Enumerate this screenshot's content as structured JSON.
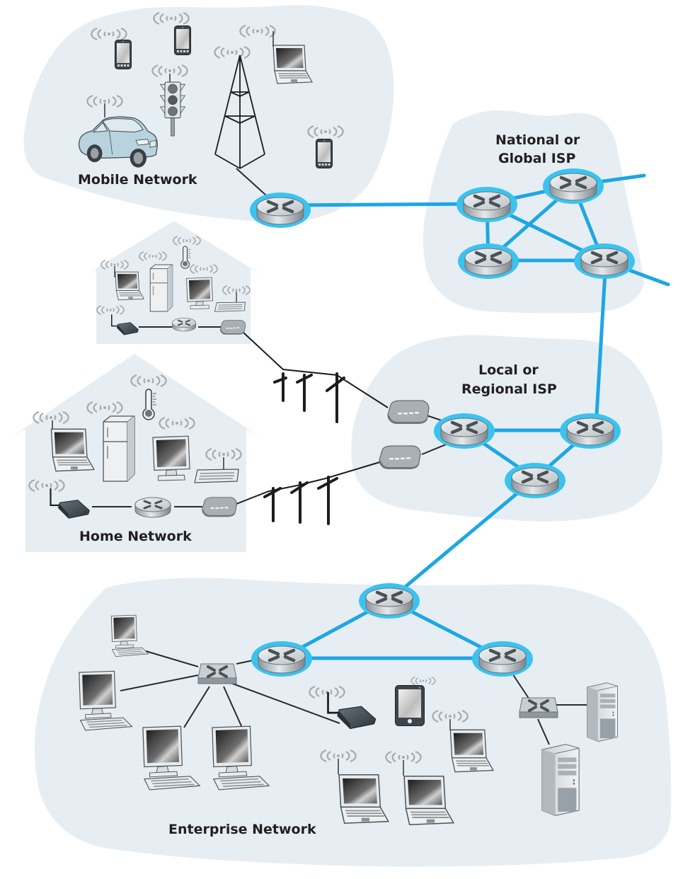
{
  "diagram": {
    "title": "Internet network topology",
    "regions": {
      "mobile": {
        "label": "Mobile Network"
      },
      "national_isp": {
        "label_line1": "National or",
        "label_line2": "Global ISP"
      },
      "local_isp": {
        "label_line1": "Local or",
        "label_line2": "Regional ISP"
      },
      "home": {
        "label": "Home Network"
      },
      "enterprise": {
        "label": "Enterprise Network"
      }
    },
    "colors": {
      "region_fill": "#e6eef4",
      "backbone_link": "#1ea6e4",
      "router_halo": "#3bc3f0",
      "access_link": "#2a2a2a",
      "label_text": "#231f20"
    },
    "device_inventory": {
      "mobile": [
        "smartphone",
        "smartphone",
        "smartphone",
        "laptop",
        "car",
        "traffic-light",
        "cell-tower",
        "router"
      ],
      "home_upper": [
        "laptop",
        "refrigerator",
        "thermometer",
        "desktop-monitor",
        "keyboard",
        "wireless-access-point",
        "router",
        "cable-modem"
      ],
      "home_lower": [
        "laptop",
        "refrigerator",
        "thermometer",
        "desktop-monitor",
        "keyboard",
        "wireless-access-point",
        "router",
        "cable-modem"
      ],
      "local_isp": [
        "cable-head-end",
        "cable-head-end",
        "router",
        "router",
        "router"
      ],
      "national_isp": [
        "router",
        "router",
        "router",
        "router"
      ],
      "enterprise": [
        "router",
        "router",
        "router",
        "link-layer-switch",
        "link-layer-switch",
        "desktop",
        "desktop",
        "desktop",
        "desktop",
        "wireless-access-point",
        "tablet",
        "laptop",
        "laptop",
        "laptop",
        "server",
        "server"
      ]
    }
  }
}
